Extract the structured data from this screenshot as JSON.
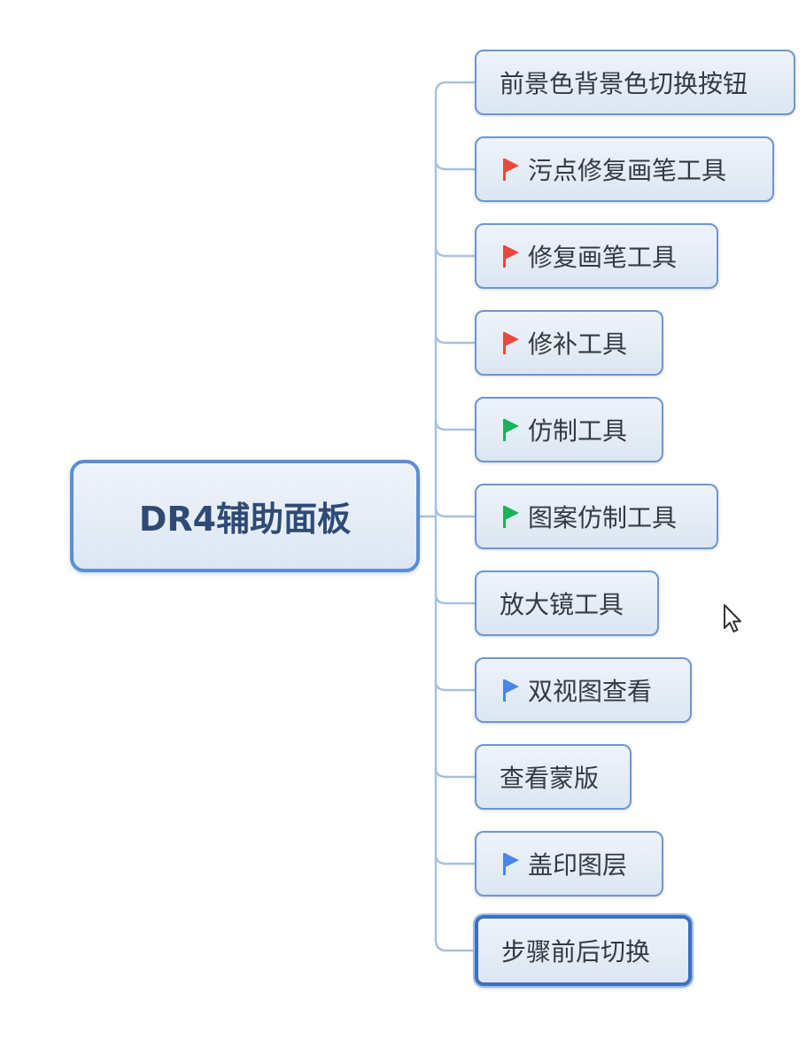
{
  "root": {
    "label": "DR4辅助面板"
  },
  "colors": {
    "red_flag": "#e8493f",
    "green_flag": "#19b35a",
    "blue_flag": "#4a86e8",
    "connector": "#a9c0dd",
    "node_border": "#6d97cf"
  },
  "children": [
    {
      "label": "前景色背景色切换按钮",
      "flag": null,
      "flag_icon": null
    },
    {
      "label": "污点修复画笔工具",
      "flag": "red",
      "flag_icon": "red-flag-icon"
    },
    {
      "label": "修复画笔工具",
      "flag": "red",
      "flag_icon": "red-flag-icon"
    },
    {
      "label": "修补工具",
      "flag": "red",
      "flag_icon": "red-flag-icon"
    },
    {
      "label": "仿制工具",
      "flag": "green",
      "flag_icon": "green-flag-icon"
    },
    {
      "label": "图案仿制工具",
      "flag": "green",
      "flag_icon": "green-flag-icon"
    },
    {
      "label": "放大镜工具",
      "flag": null,
      "flag_icon": null
    },
    {
      "label": "双视图查看",
      "flag": "blue",
      "flag_icon": "blue-flag-icon"
    },
    {
      "label": "查看蒙版",
      "flag": null,
      "flag_icon": null
    },
    {
      "label": "盖印图层",
      "flag": "blue",
      "flag_icon": "blue-flag-icon"
    },
    {
      "label": "步骤前后切换",
      "flag": null,
      "flag_icon": null,
      "selected": true
    }
  ],
  "cursor_icon": "mouse-pointer-icon"
}
